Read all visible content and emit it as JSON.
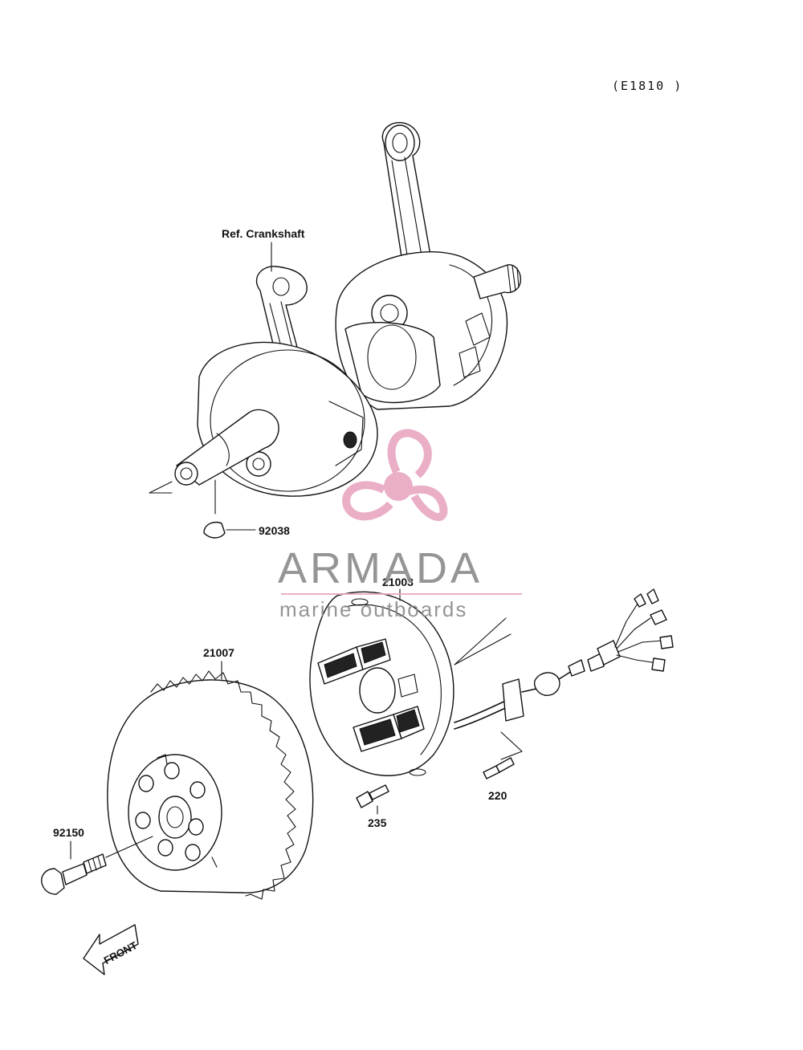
{
  "diagram_code": "(E1810 )",
  "labels": {
    "crankshaft": "Ref. Crankshaft",
    "key": "92038",
    "stator": "21003",
    "flywheel": "21007",
    "flywheel_bolt": "92150",
    "stator_screw": "235",
    "clamp_screw": "220",
    "front": "FRONT"
  },
  "watermark": {
    "brand": "ARMADA",
    "tagline": "marine outboards",
    "color": "#e8a7c2",
    "text_color": "#8a8a8a"
  },
  "icons": [
    "propeller-logo-icon",
    "front-arrow-icon"
  ]
}
